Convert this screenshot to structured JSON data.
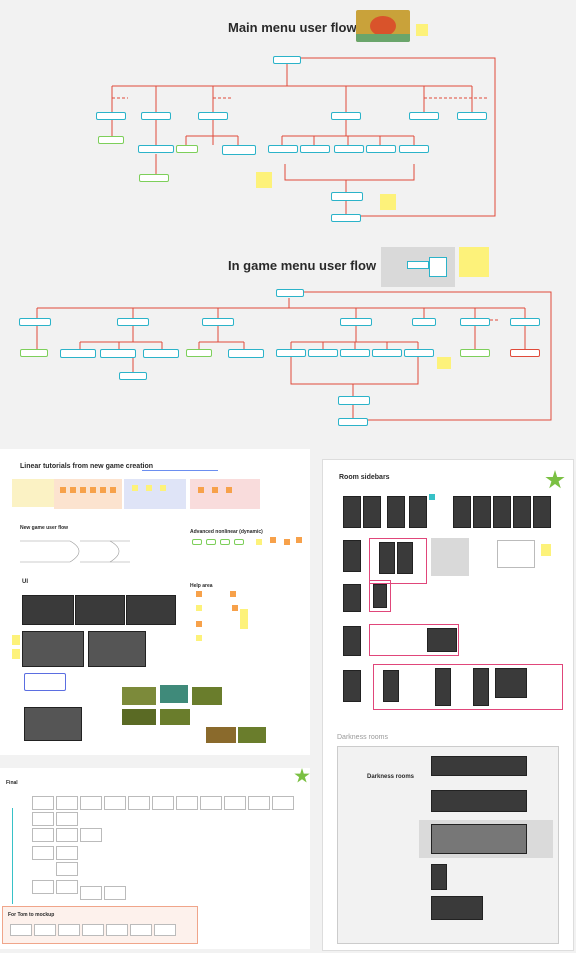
{
  "top_board": {
    "main_title": "Main menu user flow",
    "ingame_title": "In game menu user flow"
  },
  "left_board": {
    "title": "Linear tutorials from new game creation",
    "new_game_flow": "New game user flow",
    "advanced_nonlinear": "Advanced nonlinear (dynamic)",
    "ui": "UI",
    "help_area": "Help area"
  },
  "right_board": {
    "room_sidebars": "Room sidebars",
    "darkness_rooms_label": "Darkness rooms",
    "darkness_rooms_title": "Darkness rooms"
  },
  "bottom_board": {
    "final": "Final",
    "mockup": "For Tom to mockup"
  },
  "colors": {
    "flow_line": "#e04a3a",
    "node_border": "#2bb3c9",
    "green_border": "#7dcf5a",
    "sticky_yellow": "#fdf27a",
    "star": "#7bc043"
  }
}
